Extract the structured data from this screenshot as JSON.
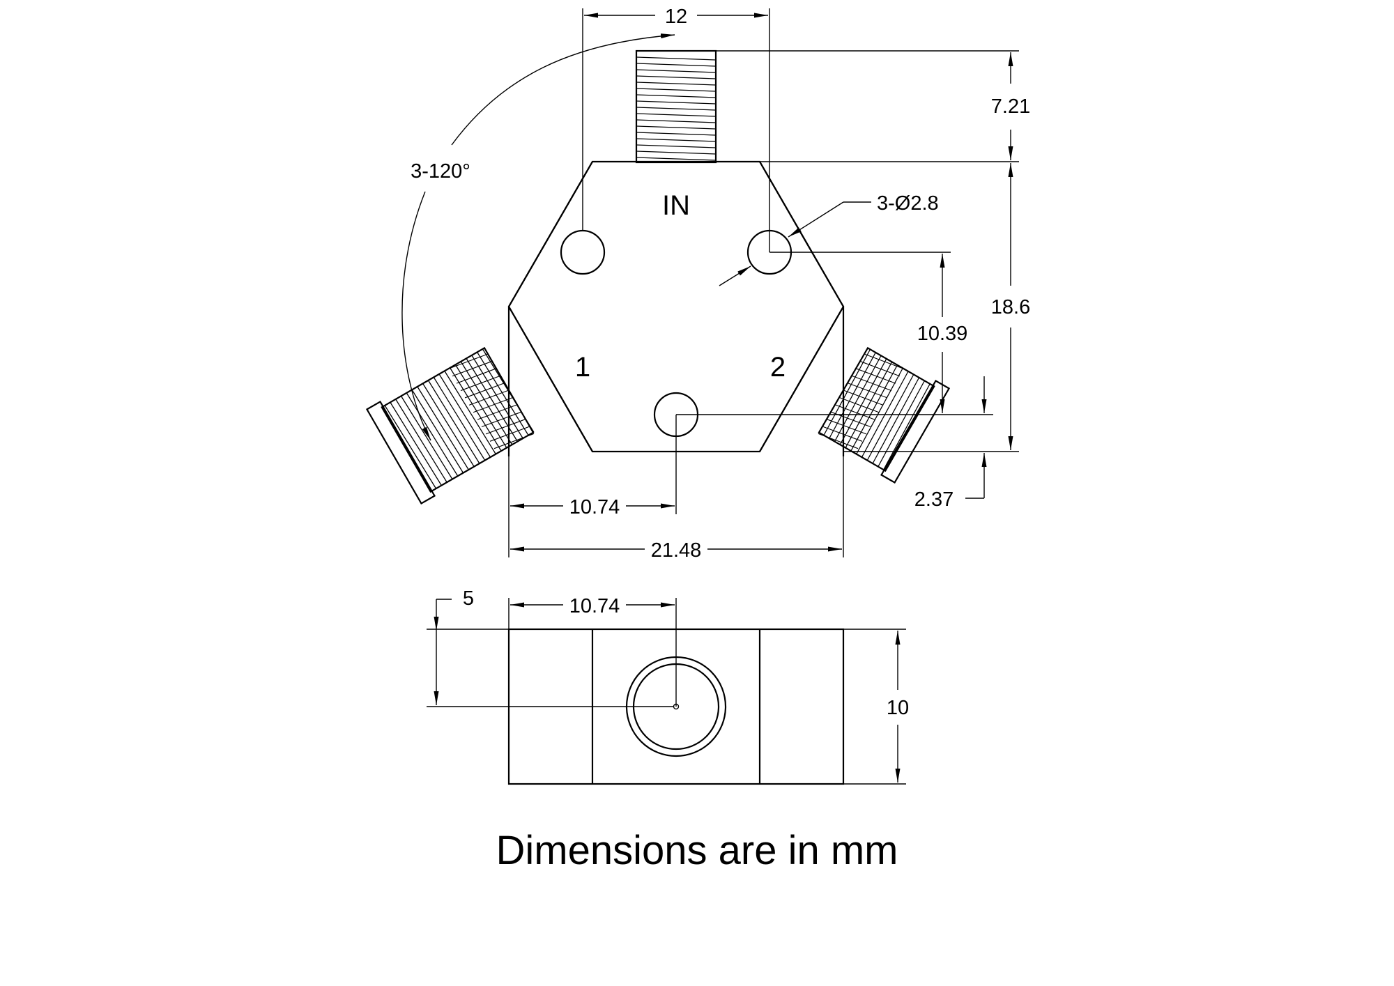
{
  "drawing": {
    "port_labels": {
      "input": "IN",
      "port1": "1",
      "port2": "2"
    },
    "dimensions": {
      "top_width": "12",
      "connector_length": "7.21",
      "overall_height": "18.6",
      "hole_offset_vertical": "10.39",
      "hole_offset_bottom": "2.37",
      "half_width": "10.74",
      "overall_width": "21.48",
      "hole_diameter": "3-Ø2.8",
      "angle": "3-120°",
      "side_center_height": "5",
      "side_half_width": "10.74",
      "thickness": "10"
    },
    "note": "Dimensions are in mm"
  }
}
